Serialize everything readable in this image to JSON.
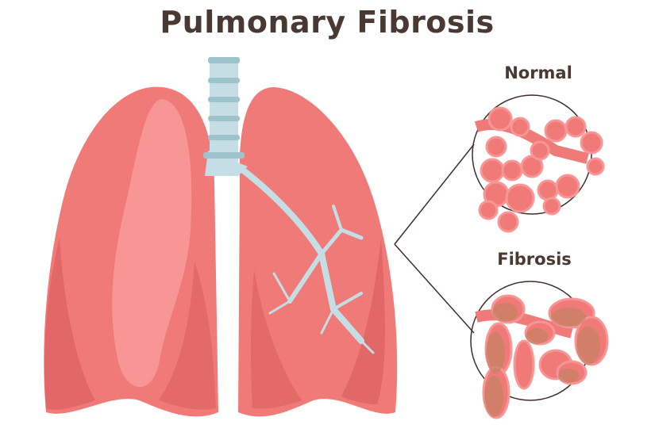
{
  "title": "Pulmonary Fibrosis",
  "labels": {
    "normal": "Normal",
    "fibrosis": "Fibrosis"
  },
  "colors": {
    "lung": "#f07a78",
    "lung_light": "#f89595",
    "lung_dark": "#d85a5c",
    "trachea": "#c5dde4",
    "trachea_ring": "#9dc3cc",
    "text": "#4a3833",
    "fibrosis_tissue": "#b8845e"
  }
}
